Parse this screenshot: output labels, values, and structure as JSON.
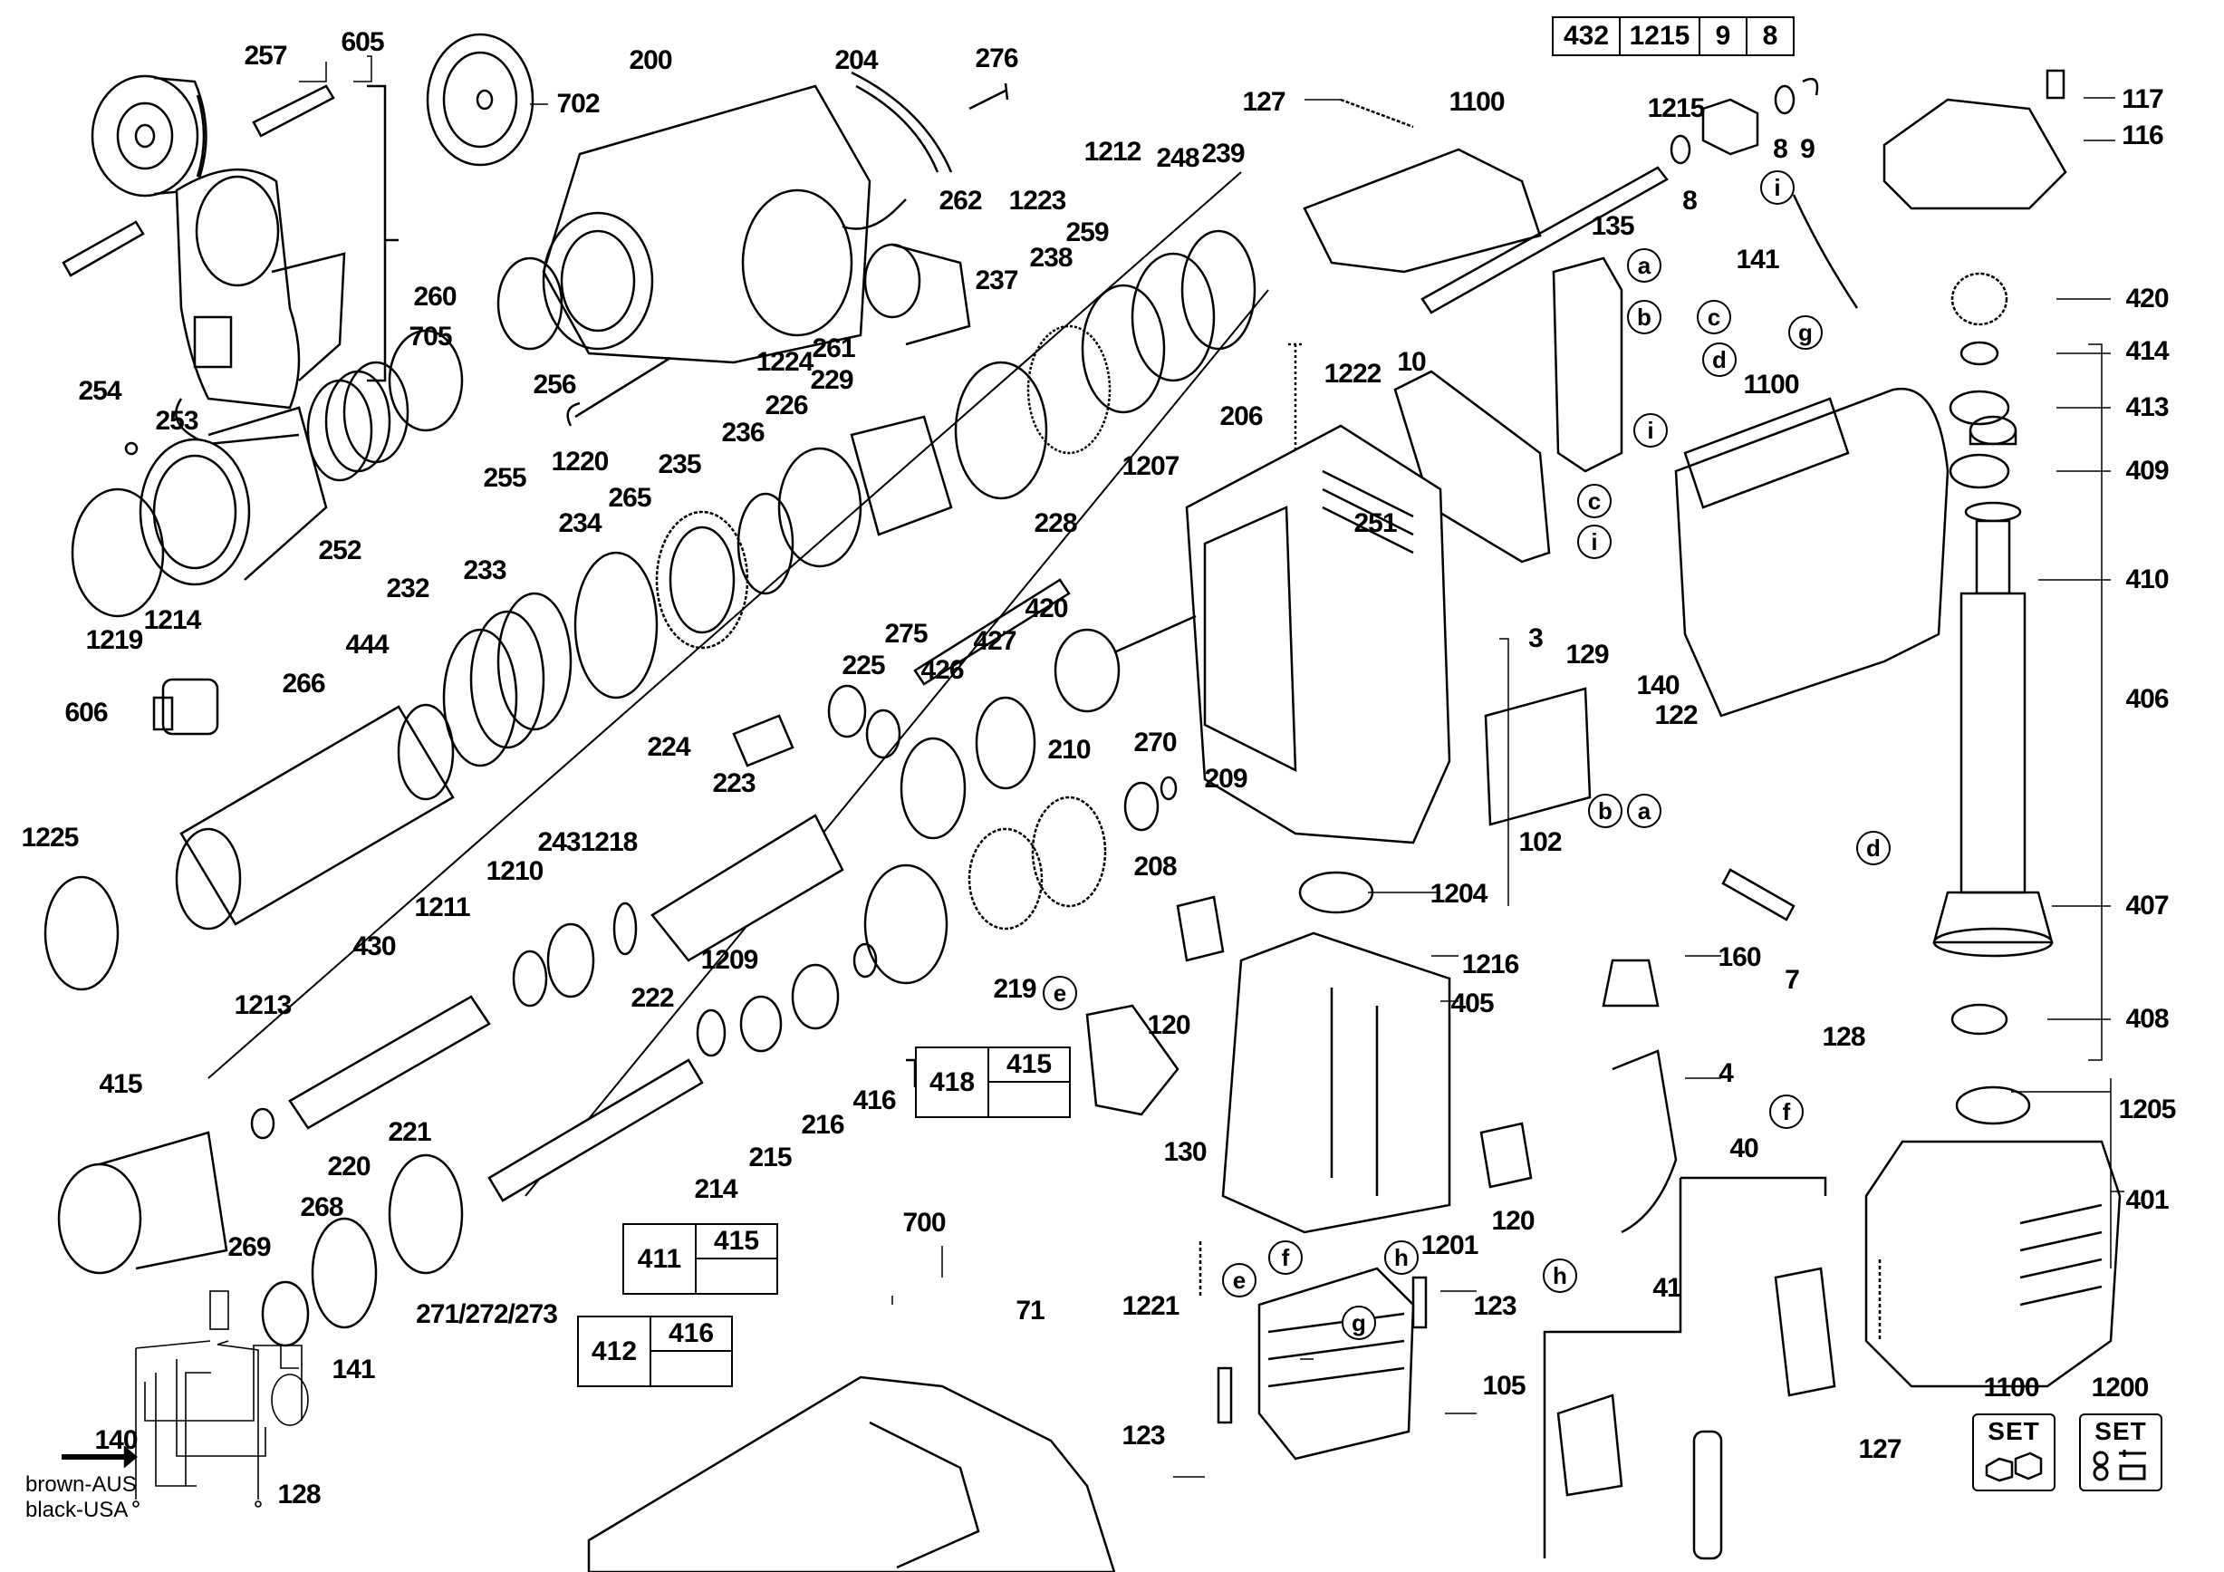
{
  "diagram": {
    "type": "exploded-parts-diagram",
    "subject": "rotary hammer drill",
    "labels": [
      {
        "id": "257",
        "text": "257"
      },
      {
        "id": "605",
        "text": "605"
      },
      {
        "id": "702",
        "text": "702"
      },
      {
        "id": "200",
        "text": "200"
      },
      {
        "id": "204",
        "text": "204"
      },
      {
        "id": "276",
        "text": "276"
      },
      {
        "id": "127a",
        "text": "127"
      },
      {
        "id": "1100a",
        "text": "1100"
      },
      {
        "id": "1215b",
        "text": "1215"
      },
      {
        "id": "8a",
        "text": "8"
      },
      {
        "id": "9a",
        "text": "9"
      },
      {
        "id": "8b",
        "text": "8"
      },
      {
        "id": "117",
        "text": "117"
      },
      {
        "id": "116",
        "text": "116"
      },
      {
        "id": "705",
        "text": "705"
      },
      {
        "id": "262",
        "text": "262"
      },
      {
        "id": "1223",
        "text": "1223"
      },
      {
        "id": "1212",
        "text": "1212"
      },
      {
        "id": "248",
        "text": "248"
      },
      {
        "id": "239",
        "text": "239"
      },
      {
        "id": "135",
        "text": "135"
      },
      {
        "id": "141a",
        "text": "141"
      },
      {
        "id": "420a",
        "text": "420"
      },
      {
        "id": "260",
        "text": "260"
      },
      {
        "id": "259",
        "text": "259"
      },
      {
        "id": "238",
        "text": "238"
      },
      {
        "id": "237",
        "text": "237"
      },
      {
        "id": "256",
        "text": "256"
      },
      {
        "id": "1224",
        "text": "1224"
      },
      {
        "id": "261",
        "text": "261"
      },
      {
        "id": "1222",
        "text": "1222"
      },
      {
        "id": "10",
        "text": "10"
      },
      {
        "id": "1100b",
        "text": "1100"
      },
      {
        "id": "414",
        "text": "414"
      },
      {
        "id": "254",
        "text": "254"
      },
      {
        "id": "253",
        "text": "253"
      },
      {
        "id": "229",
        "text": "229"
      },
      {
        "id": "226",
        "text": "226"
      },
      {
        "id": "236",
        "text": "236"
      },
      {
        "id": "206",
        "text": "206"
      },
      {
        "id": "413",
        "text": "413"
      },
      {
        "id": "255",
        "text": "255"
      },
      {
        "id": "1220",
        "text": "1220"
      },
      {
        "id": "235",
        "text": "235"
      },
      {
        "id": "1207",
        "text": "1207"
      },
      {
        "id": "409",
        "text": "409"
      },
      {
        "id": "265",
        "text": "265"
      },
      {
        "id": "252",
        "text": "252"
      },
      {
        "id": "234",
        "text": "234"
      },
      {
        "id": "228",
        "text": "228"
      },
      {
        "id": "251",
        "text": "251"
      },
      {
        "id": "233",
        "text": "233"
      },
      {
        "id": "410",
        "text": "410"
      },
      {
        "id": "1214",
        "text": "1214"
      },
      {
        "id": "1219",
        "text": "1219"
      },
      {
        "id": "3",
        "text": "3"
      },
      {
        "id": "232",
        "text": "232"
      },
      {
        "id": "275",
        "text": "275"
      },
      {
        "id": "420b",
        "text": "420"
      },
      {
        "id": "444",
        "text": "444"
      },
      {
        "id": "225",
        "text": "225"
      },
      {
        "id": "129",
        "text": "129"
      },
      {
        "id": "427",
        "text": "427"
      },
      {
        "id": "266",
        "text": "266"
      },
      {
        "id": "426",
        "text": "426"
      },
      {
        "id": "140a",
        "text": "140"
      },
      {
        "id": "406",
        "text": "406"
      },
      {
        "id": "606",
        "text": "606"
      },
      {
        "id": "122",
        "text": "122"
      },
      {
        "id": "224",
        "text": "224"
      },
      {
        "id": "210",
        "text": "210"
      },
      {
        "id": "270",
        "text": "270"
      },
      {
        "id": "209",
        "text": "209"
      },
      {
        "id": "223",
        "text": "223"
      },
      {
        "id": "102",
        "text": "102"
      },
      {
        "id": "1225",
        "text": "1225"
      },
      {
        "id": "208",
        "text": "208"
      },
      {
        "id": "1218",
        "text": "1218"
      },
      {
        "id": "243",
        "text": "243"
      },
      {
        "id": "1204",
        "text": "1204"
      },
      {
        "id": "1210",
        "text": "1210"
      },
      {
        "id": "407",
        "text": "407"
      },
      {
        "id": "1211",
        "text": "1211"
      },
      {
        "id": "1209",
        "text": "1209"
      },
      {
        "id": "1216",
        "text": "1216"
      },
      {
        "id": "160",
        "text": "160"
      },
      {
        "id": "430",
        "text": "430"
      },
      {
        "id": "222",
        "text": "222"
      },
      {
        "id": "219",
        "text": "219"
      },
      {
        "id": "405",
        "text": "405"
      },
      {
        "id": "7",
        "text": "7"
      },
      {
        "id": "128a",
        "text": "128"
      },
      {
        "id": "1213",
        "text": "1213"
      },
      {
        "id": "120a",
        "text": "120"
      },
      {
        "id": "408",
        "text": "408"
      },
      {
        "id": "4",
        "text": "4"
      },
      {
        "id": "415a",
        "text": "415"
      },
      {
        "id": "416",
        "text": "416"
      },
      {
        "id": "216",
        "text": "216"
      },
      {
        "id": "1205",
        "text": "1205"
      },
      {
        "id": "215",
        "text": "215"
      },
      {
        "id": "130",
        "text": "130"
      },
      {
        "id": "214",
        "text": "214"
      },
      {
        "id": "221",
        "text": "221"
      },
      {
        "id": "40",
        "text": "40"
      },
      {
        "id": "220",
        "text": "220"
      },
      {
        "id": "401",
        "text": "401"
      },
      {
        "id": "120b",
        "text": "120"
      },
      {
        "id": "268",
        "text": "268"
      },
      {
        "id": "700",
        "text": "700"
      },
      {
        "id": "1201",
        "text": "1201"
      },
      {
        "id": "269",
        "text": "269"
      },
      {
        "id": "271",
        "text": "271/272/273"
      },
      {
        "id": "41",
        "text": "41"
      },
      {
        "id": "1221",
        "text": "1221"
      },
      {
        "id": "123a",
        "text": "123"
      },
      {
        "id": "71",
        "text": "71"
      },
      {
        "id": "141b",
        "text": "141"
      },
      {
        "id": "105",
        "text": "105"
      },
      {
        "id": "123b",
        "text": "123"
      },
      {
        "id": "1100c",
        "text": "1100"
      },
      {
        "id": "1200",
        "text": "1200"
      },
      {
        "id": "140b",
        "text": "140"
      },
      {
        "id": "127b",
        "text": "127"
      },
      {
        "id": "128b",
        "text": "128"
      }
    ],
    "connector_markers": {
      "a1": "a",
      "b1": "b",
      "c1": "c",
      "d1": "d",
      "i1": "i",
      "g1": "g",
      "i2": "i",
      "c2": "c",
      "i3": "i",
      "b2": "b",
      "a2": "a",
      "d2": "d",
      "e1": "e",
      "f1": "f",
      "f2": "f",
      "e2": "e",
      "g2": "g",
      "h1": "h",
      "h2": "h"
    },
    "header_table": [
      "432",
      "1215",
      "9",
      "8"
    ],
    "kit_boxes": [
      {
        "main": "418",
        "sub": "415"
      },
      {
        "main": "411",
        "sub": "415"
      },
      {
        "main": "412",
        "sub": "416"
      }
    ],
    "set_badges": [
      {
        "number": "1100",
        "label": "SET",
        "icon": "housing-parts-icon"
      },
      {
        "number": "1200",
        "label": "SET",
        "icon": "screws-parts-icon"
      }
    ],
    "wiring_note": {
      "line1": "brown-AUS",
      "line2": "black-USA"
    }
  }
}
